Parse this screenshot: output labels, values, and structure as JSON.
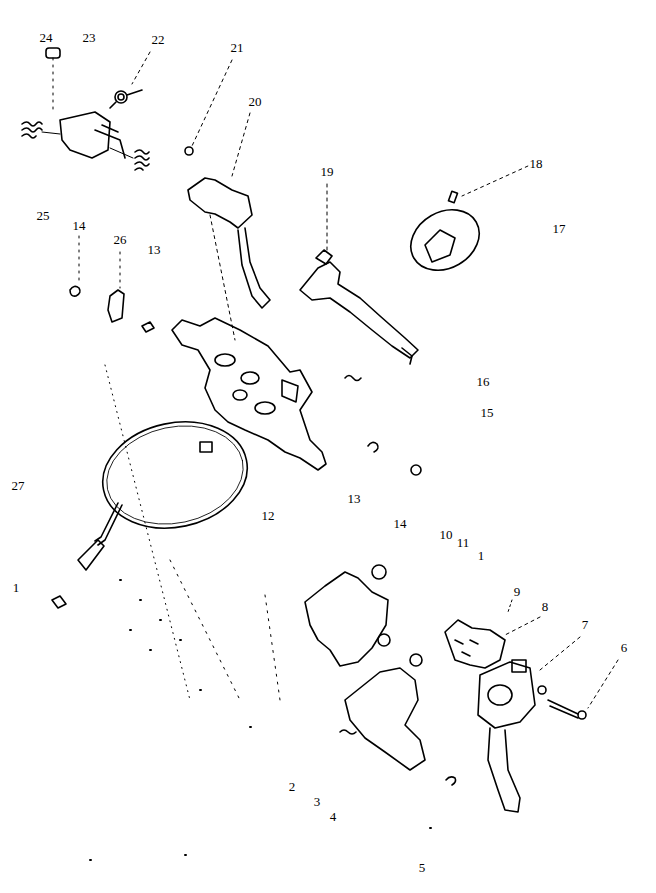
{
  "diagram": {
    "labels": [
      "24",
      "23",
      "22",
      "21",
      "20",
      "19",
      "18",
      "17",
      "25",
      "14",
      "26",
      "13",
      "16",
      "15",
      "27",
      "12",
      "13",
      "14",
      "10",
      "11",
      "1",
      "9",
      "8",
      "7",
      "6",
      "1",
      "2",
      "3",
      "4",
      "5"
    ]
  }
}
